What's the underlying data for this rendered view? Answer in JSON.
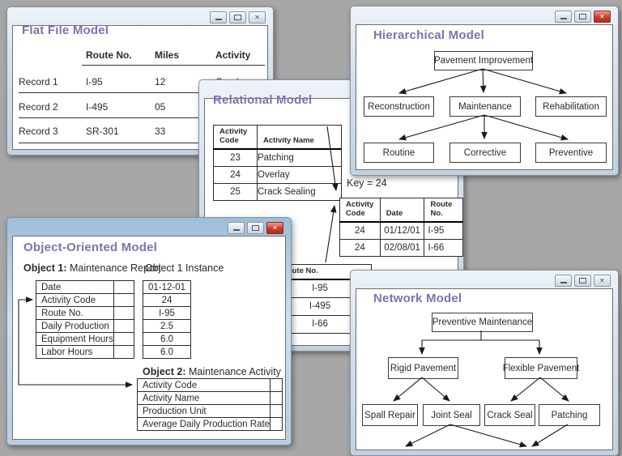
{
  "colors": {
    "background": "#a7a7a7",
    "title_text": "#7b74ad",
    "close_button_red": "#c83b28",
    "window_chrome": "#d7e2ec"
  },
  "icons": {
    "close": "✕"
  },
  "windows": {
    "flat_file": {
      "title": "Flat File Model",
      "columns": [
        "Route No.",
        "Miles",
        "Activity"
      ],
      "rows": [
        {
          "label": "Record 1",
          "route": "I-95",
          "miles": "12",
          "activity": "Overlay"
        },
        {
          "label": "Record 2",
          "route": "I-495",
          "miles": "05",
          "activity": ""
        },
        {
          "label": "Record 3",
          "route": "SR-301",
          "miles": "33",
          "activity": ""
        }
      ]
    },
    "hierarchical": {
      "title": "Hierarchical Model",
      "root": "Pavement Improvement",
      "level2": [
        "Reconstruction",
        "Maintenance",
        "Rehabilitation"
      ],
      "level3": [
        "Routine",
        "Corrective",
        "Preventive"
      ]
    },
    "relational": {
      "title": "Relational Model",
      "table1": {
        "headers": [
          "Activity Code",
          "Activity Name"
        ],
        "rows": [
          [
            "23",
            "Patching"
          ],
          [
            "24",
            "Overlay"
          ],
          [
            "25",
            "Crack Sealing"
          ]
        ]
      },
      "key_label": "Key = 24",
      "table2": {
        "headers": [
          "Activity Code",
          "Date",
          "Route No."
        ],
        "rows": [
          [
            "24",
            "01/12/01",
            "I-95"
          ],
          [
            "24",
            "02/08/01",
            "I-66"
          ]
        ]
      },
      "table3": {
        "headers": [
          "Route No."
        ],
        "rows": [
          [
            "I-95"
          ],
          [
            "I-495"
          ],
          [
            "I-66"
          ]
        ]
      }
    },
    "object_oriented": {
      "title": "Object-Oriented Model",
      "object1_label": "Object 1:",
      "object1_name": "Maintenance Report",
      "object1_instance_label": "Object 1 Instance",
      "object1_fields": [
        "Date",
        "Activity Code",
        "Route No.",
        "Daily Production",
        "Equipment Hours",
        "Labor Hours"
      ],
      "object1_values": [
        "01-12-01",
        "24",
        "I-95",
        "2.5",
        "6.0",
        "6.0"
      ],
      "object2_label": "Object 2:",
      "object2_name": "Maintenance Activity",
      "object2_fields": [
        "Activity Code",
        "Activity Name",
        "Production Unit",
        "Average Daily Production Rate"
      ]
    },
    "network": {
      "title": "Network Model",
      "root": "Preventive Maintenance",
      "level2": [
        "Rigid Pavement",
        "Flexible Pavement"
      ],
      "level3": [
        "Spall Repair",
        "Joint Seal",
        "Crack Seal",
        "Patching"
      ]
    }
  }
}
